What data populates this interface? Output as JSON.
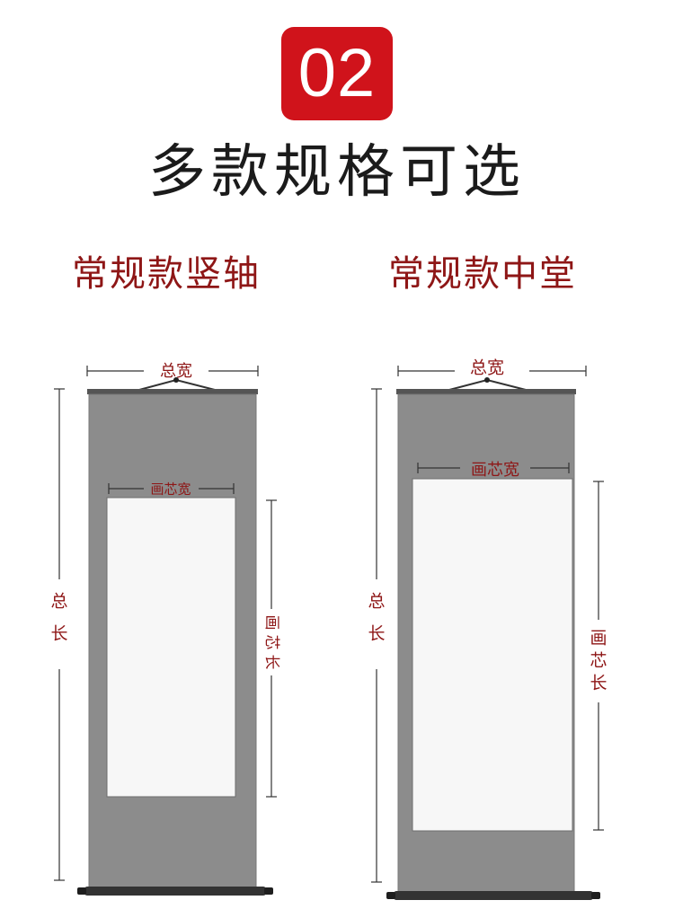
{
  "badge": {
    "number": "02"
  },
  "title": "多款规格可选",
  "styles": [
    {
      "name": "常规款竖轴",
      "labels": {
        "total_width": "总宽",
        "core_width": "画芯宽",
        "total_length": [
          "总",
          "长"
        ],
        "core_length": [
          "画",
          "芯",
          "长"
        ]
      }
    },
    {
      "name": "常规款中堂",
      "labels": {
        "total_width": "总宽",
        "core_width": "画芯宽",
        "total_length": [
          "总",
          "长"
        ],
        "core_length": [
          "画",
          "芯",
          "长"
        ]
      }
    }
  ],
  "colors": {
    "accent_red": "#d0131b",
    "label_red": "#8e1616",
    "mount_gray": "#8c8c8c",
    "core_white": "#f7f7f7",
    "rod_black": "#333333"
  }
}
